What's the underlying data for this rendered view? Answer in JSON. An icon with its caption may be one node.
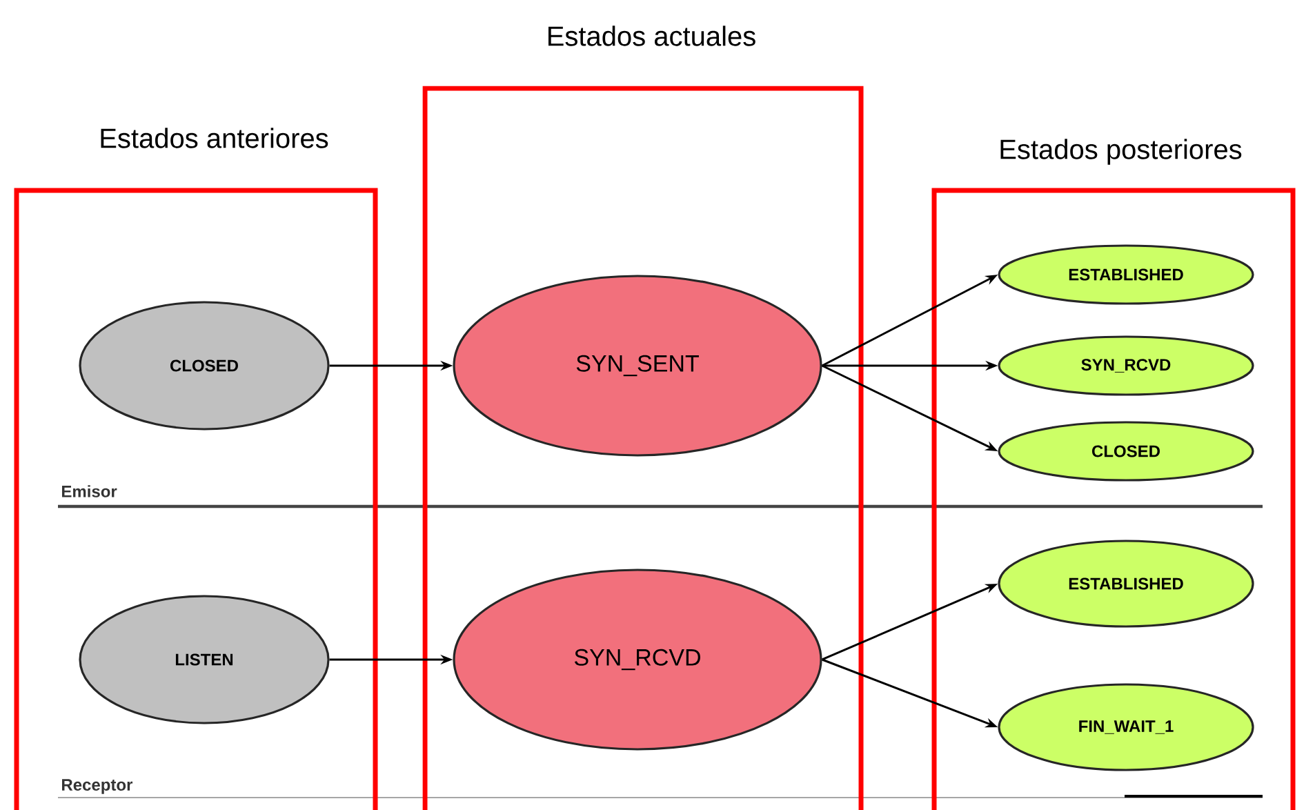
{
  "diagram": {
    "nodes": [
      {
        "text": [
          "Estados anteriores"
        ]
      },
      {
        "text": [
          "Estados actuales"
        ]
      },
      {
        "text": [
          "Estados posteriores"
        ]
      },
      {
        "text": [
          "CLOSED"
        ],
        "in": 0
      },
      {
        "text": [
          "LISTEN"
        ],
        "in": 0
      },
      {
        "text": [
          "SYN_SENT"
        ],
        "in": 1
      },
      {
        "text": [
          "SYN_RCVD"
        ],
        "in": 1
      },
      {
        "text": [
          "ESTABLISHED"
        ],
        "in": 2
      },
      {
        "text": [
          "SYN_RCVD"
        ],
        "in": 2
      },
      {
        "text": [
          "CLOSED"
        ],
        "in": 2
      },
      {
        "text": [
          "ESTABLISHED"
        ],
        "in": 2
      },
      {
        "text": [
          "FIN_WAIT_1"
        ],
        "in": 2
      }
    ],
    "edges": [
      {
        "from": 3,
        "to": 5,
        "arrow": "to"
      },
      {
        "from": 5,
        "to": 7,
        "arrow": "to"
      },
      {
        "from": 5,
        "to": 8,
        "arrow": "to"
      },
      {
        "from": 5,
        "to": 9,
        "arrow": "to"
      },
      {
        "from": 4,
        "to": 6,
        "arrow": "to"
      },
      {
        "from": 6,
        "to": 10,
        "arrow": "to"
      },
      {
        "from": 6,
        "to": 11,
        "arrow": "to"
      }
    ],
    "labels": [
      "Emisor",
      "Receptor"
    ]
  }
}
